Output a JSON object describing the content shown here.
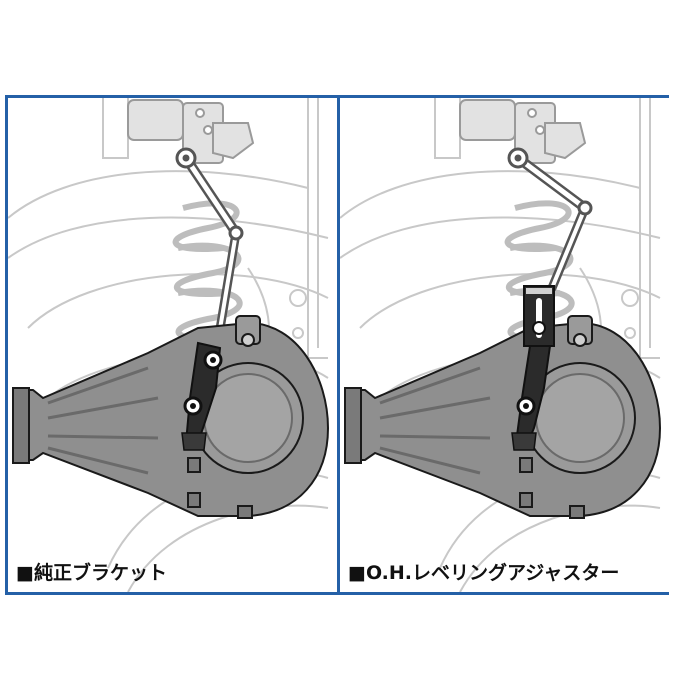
{
  "panels": [
    {
      "caption": "■純正ブラケット",
      "variant": "stock-bracket"
    },
    {
      "caption": "■O.H.レベリングアジャスター",
      "variant": "oh-leveling-adjuster"
    }
  ],
  "colors": {
    "frame": "#2460a7",
    "differential": "#8a8a8a",
    "background_parts": "#cfcfcf",
    "bracket": "#2b2b2b"
  }
}
